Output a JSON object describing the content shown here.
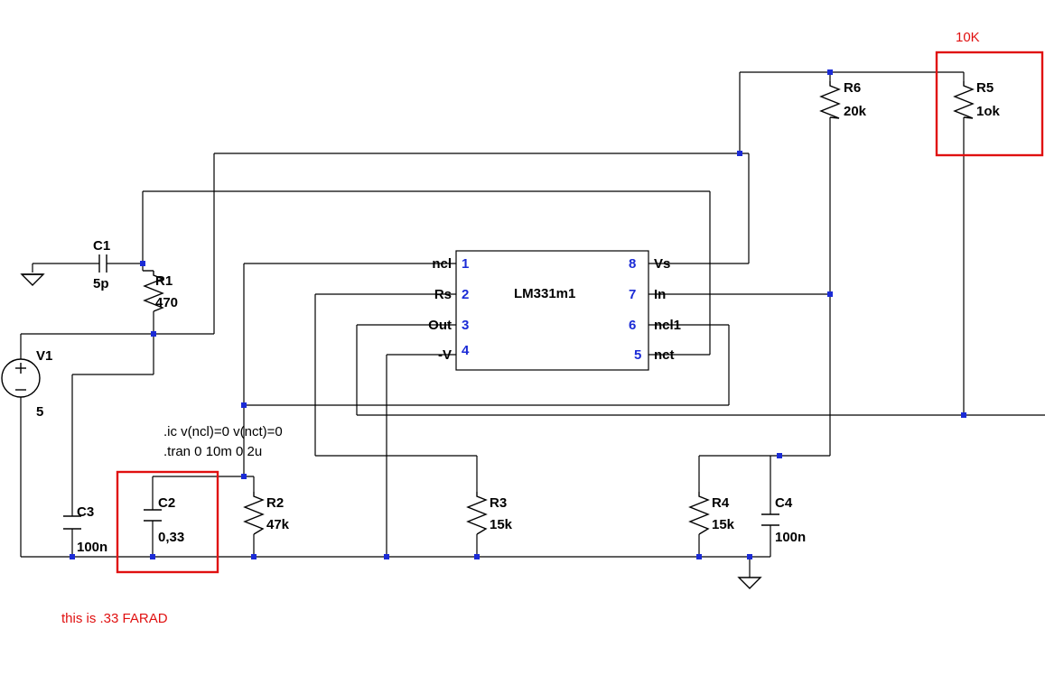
{
  "annotations": {
    "r5_note": "10K",
    "c2_note": "this is .33 FARAD"
  },
  "ic": {
    "name": "LM331m1",
    "pins": [
      {
        "num": "1",
        "name": "ncl"
      },
      {
        "num": "2",
        "name": "Rs"
      },
      {
        "num": "3",
        "name": "Out"
      },
      {
        "num": "4",
        "name": "-V"
      },
      {
        "num": "8",
        "name": "Vs"
      },
      {
        "num": "7",
        "name": "In"
      },
      {
        "num": "6",
        "name": "ncl1"
      },
      {
        "num": "5",
        "name": "nct"
      }
    ]
  },
  "components": {
    "C1": {
      "ref": "C1",
      "value": "5p"
    },
    "R1": {
      "ref": "R1",
      "value": "470"
    },
    "V1": {
      "ref": "V1",
      "value": "5"
    },
    "C3": {
      "ref": "C3",
      "value": "100n"
    },
    "C2": {
      "ref": "C2",
      "value": "0,33"
    },
    "R2": {
      "ref": "R2",
      "value": "47k"
    },
    "R3": {
      "ref": "R3",
      "value": "15k"
    },
    "R4": {
      "ref": "R4",
      "value": "15k"
    },
    "C4": {
      "ref": "C4",
      "value": "100n"
    },
    "R6": {
      "ref": "R6",
      "value": "20k"
    },
    "R5": {
      "ref": "R5",
      "value": "1ok"
    }
  },
  "directives": {
    "ic_line": ".ic v(ncl)=0 v(nct)=0",
    "tran_line": ".tran 0 10m 0 2u"
  },
  "colors": {
    "wire": "#000000",
    "node": "#1b2bd6",
    "highlight": "#e01010",
    "pin_number": "#1b2bd6"
  }
}
